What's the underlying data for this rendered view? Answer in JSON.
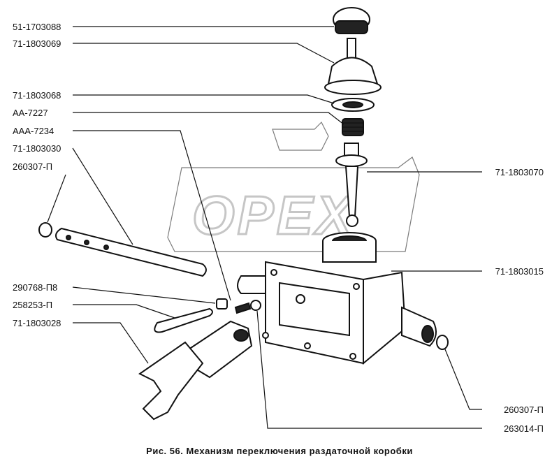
{
  "watermark": "OPEX",
  "labels": {
    "p51_1703088": "51-1703088",
    "p71_1803069": "71-1803069",
    "p71_1803068": "71-1803068",
    "pAA_7227": "AA-7227",
    "pAAA_7234": "AAA-7234",
    "p71_1803030": "71-1803030",
    "p260307_left": "260307-П",
    "p290768": "290768-П8",
    "p258253": "258253-П",
    "p71_1803028": "71-1803028",
    "p71_1803070": "71-1803070",
    "p71_1803015": "71-1803015",
    "p260307_right": "260307-П",
    "p263014": "263014-П"
  },
  "caption": "Рис. 56. Механизм переключения раздаточной коробки"
}
